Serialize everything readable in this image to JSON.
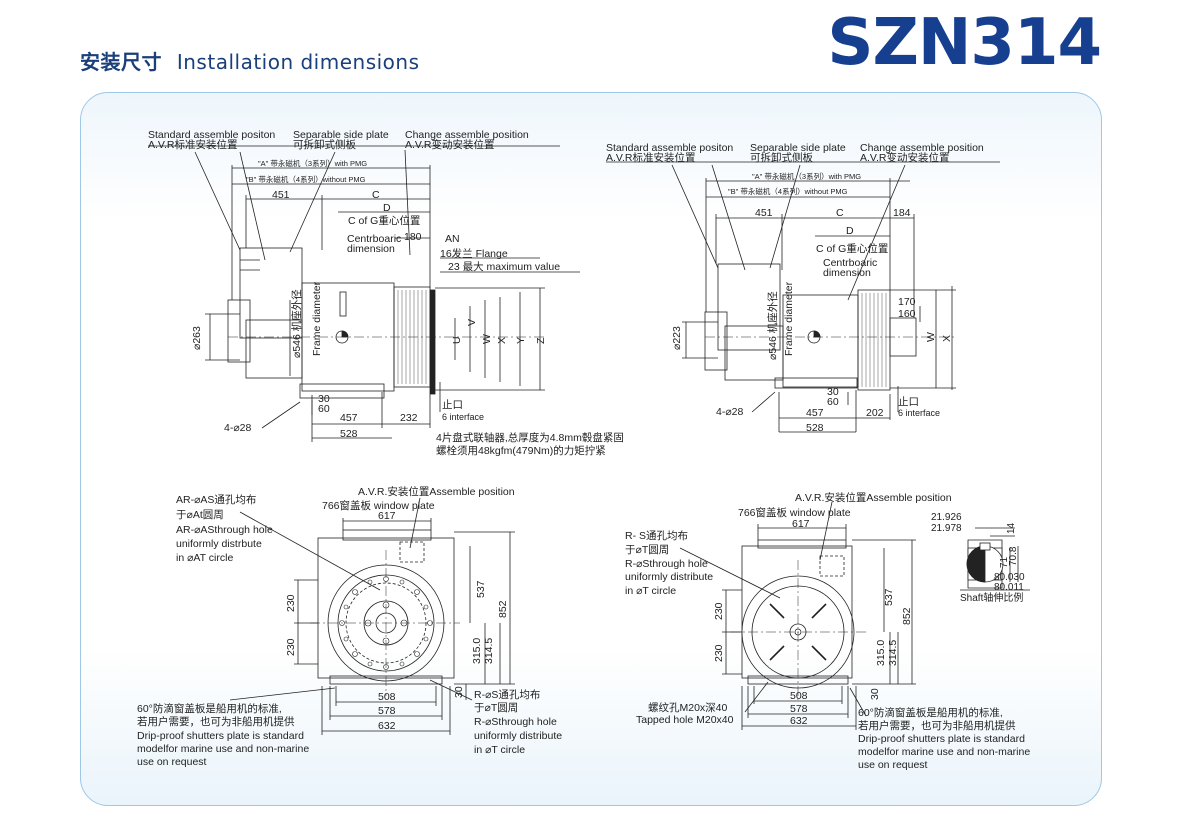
{
  "header": {
    "title_zh": "安装尺寸",
    "title_en": "Installation dimensions",
    "model": "SZN314"
  },
  "colors": {
    "brand": "#163f90",
    "panel_border": "#9fc7e6",
    "line": "#222222"
  },
  "side_view_left": {
    "std_pos": "Standard assemble positon",
    "std_pos_zh": "A.V.R标准安装位置",
    "sep_plate": "Separable side plate",
    "sep_plate_zh": "可拆卸式侧板",
    "change_pos": "Change assemble position",
    "change_pos_zh": "A.V.R变动安装位置",
    "a_label": "\"A\" 带永磁机（3系列）with PMG",
    "b_label": "\"B\" 带永磁机（4系列）without PMG",
    "d451": "451",
    "dC": "C",
    "dD": "D",
    "cog": "C of G重心位置",
    "centrboaric": "Centrboaric",
    "dimension": "dimension",
    "d180": "180",
    "an": "AN",
    "flange": "16发兰 Flange",
    "max": "23  最大 maximum value",
    "d263": "⌀263",
    "frame_zh": "⌀546 机座外径",
    "frame_en": "Frame diameter",
    "U": "U",
    "V": "V",
    "W": "W",
    "X": "X",
    "Y": "Y",
    "Z": "Z",
    "d30": "30",
    "d60": "60",
    "d457": "457",
    "d232": "232",
    "d528": "528",
    "holes": "4-⌀28",
    "stop": "止口",
    "iface": "6 interface",
    "note1": "4片盘式联轴器,总厚度为4.8mm毂盘紧固",
    "note2": "螺栓须用48kgfm(479Nm)的力矩拧紧"
  },
  "side_view_right": {
    "std_pos": "Standard assemble positon",
    "std_pos_zh": "A.V.R标准安装位置",
    "sep_plate": "Separable side plate",
    "sep_plate_zh": "可拆卸式侧板",
    "change_pos": "Change assemble position",
    "change_pos_zh": "A.V.R变动安装位置",
    "a_label": "\"A\" 带永磁机（3系列）with PMG",
    "b_label": "\"B\" 带永磁机（4系列）without PMG",
    "d451": "451",
    "dC": "C",
    "d184": "184",
    "dD": "D",
    "cog": "C of G重心位置",
    "centrboaric": "Centrboaric",
    "dimension": "dimension",
    "d223": "⌀223",
    "frame_zh": "⌀546 机座外径",
    "frame_en": "Frame diameter",
    "d170": "170",
    "d160": "160",
    "W": "W",
    "X": "X",
    "d30": "30",
    "d60": "60",
    "d457": "457",
    "d202": "202",
    "d528": "528",
    "holes": "4-⌀28",
    "stop": "止口",
    "iface": "6 interface"
  },
  "end_view_left": {
    "ar1": "AR-⌀AS通孔均布",
    "ar2": "于⌀At圆周",
    "ar3": "AR-⌀ASthrough hole",
    "ar4": "uniformly distrbute",
    "ar5": "in ⌀AT circle",
    "avr": "A.V.R.安装位置Assemble position",
    "window": "766窗盖板 window plate",
    "d617": "617",
    "d537": "537",
    "d852": "852",
    "d230a": "230",
    "d230b": "230",
    "d315": "315.0",
    "d314": "314.5",
    "d30": "30",
    "d508": "508",
    "d578": "578",
    "d632": "632",
    "r1": "R-⌀S通孔均布",
    "r2": "于⌀T圆周",
    "r3": "R-⌀Sthrough hole",
    "r4": "uniformly distribute",
    "r5": "in ⌀T circle",
    "drip1": "60°防滴窗盖板是船用机的标准,",
    "drip2": "若用户需要，也可为非船用机提供",
    "drip3": "Drip-proof shutters plate is standard",
    "drip4": "modelfor marine use and non-marine",
    "drip5": "use on request"
  },
  "end_view_right": {
    "avr": "A.V.R.安装位置Assemble position",
    "window": "766窗盖板 window plate",
    "r1": "R-  S通孔均布",
    "r2": "于⌀T圆周",
    "r3": "R-⌀Sthrough hole",
    "r4": "uniformly distribute",
    "r5": "in ⌀T circle",
    "d617": "617",
    "d537": "537",
    "d852": "852",
    "d230a": "230",
    "d230b": "230",
    "d315": "315.0",
    "d314": "314.5",
    "d30": "30",
    "d508": "508",
    "d578": "578",
    "d632": "632",
    "tap1": "螺纹孔M20x深40",
    "tap2": "Tapped hole M20x40",
    "drip1": "60°防滴窗盖板是船用机的标准,",
    "drip2": "若用户需要，也可为非船用机提供",
    "drip3": "Drip-proof shutters plate is standard",
    "drip4": "modelfor marine use and non-marine",
    "drip5": "use on request"
  },
  "shaft": {
    "d21926": "21.926",
    "d21978": "21.978",
    "d14": "14",
    "d71": "71",
    "d708": "70.8",
    "d80030": "80.030",
    "d80011": "80.011",
    "caption": "Shaft轴伸比例"
  }
}
